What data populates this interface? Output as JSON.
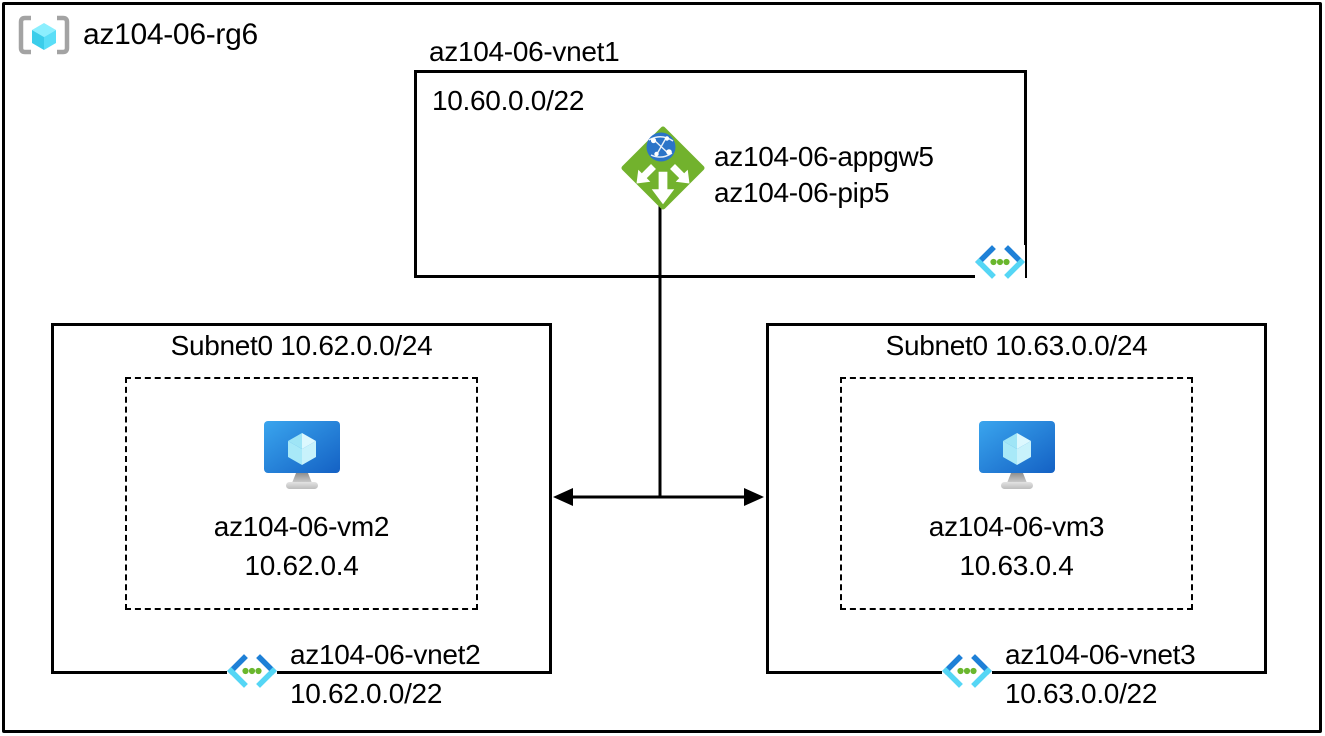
{
  "resource_group": {
    "name": "az104-06-rg6"
  },
  "vnet1": {
    "name": "az104-06-vnet1",
    "address_space": "10.60.0.0/22",
    "app_gateway": {
      "name": "az104-06-appgw5",
      "public_ip": "az104-06-pip5"
    }
  },
  "vnet2": {
    "subnet": "Subnet0 10.62.0.0/24",
    "vm": {
      "name": "az104-06-vm2",
      "ip": "10.62.0.4"
    },
    "name": "az104-06-vnet2",
    "address_space": "10.62.0.0/22"
  },
  "vnet3": {
    "subnet": "Subnet0 10.63.0.0/24",
    "vm": {
      "name": "az104-06-vm3",
      "ip": "10.63.0.4"
    },
    "name": "az104-06-vnet3",
    "address_space": "10.63.0.0/22"
  },
  "colors": {
    "line": "#000000",
    "appgw_green": "#72b22d",
    "globe_blue": "#2b74c8",
    "vnet_chevron_blue": "#1e80d7",
    "vnet_chevron_cyan": "#55d6f5",
    "vnet_dot_green": "#6ab72d",
    "vm_monitor_blue": "#1565c8",
    "cube_cyan": "#50e6ff",
    "bracket_gray": "#a3a3a3"
  }
}
